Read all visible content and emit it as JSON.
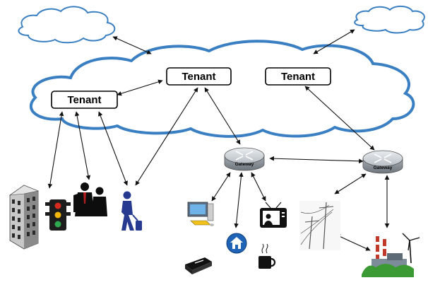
{
  "tenants": [
    {
      "label": "Tenant"
    },
    {
      "label": "Tenant"
    },
    {
      "label": "Tenant"
    }
  ],
  "gateways": [
    {
      "label": "Gateway"
    },
    {
      "label": "Gateway"
    }
  ],
  "colors": {
    "cloud_outline": "#3a7fc2",
    "cloud_fill": "#ffffff",
    "arrow": "#111111",
    "router_top": "#cfd3d8",
    "router_side": "#8e959c"
  },
  "icons": [
    "office-building-icon",
    "traffic-light-icon",
    "business-people-icon",
    "traveler-with-phone-icon",
    "desktop-computer-icon",
    "home-icon",
    "tv-monitor-icon",
    "set-top-box-icon",
    "coffee-cup-icon",
    "power-lines-icon",
    "power-plant-icon",
    "wind-turbine-icon"
  ]
}
